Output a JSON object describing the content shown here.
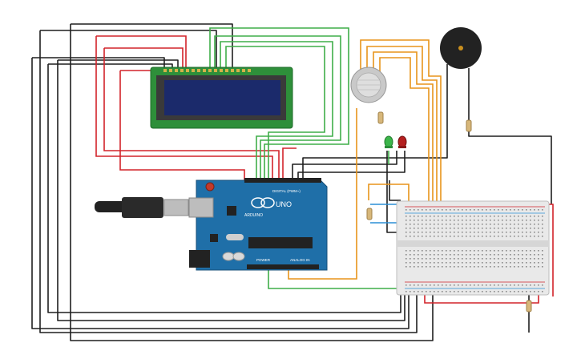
{
  "colors": {
    "wire_black": "#1f1f1f",
    "wire_red": "#d2232a",
    "wire_green": "#3fae49",
    "wire_orange": "#e8941a",
    "wire_blue": "#2b8fd6",
    "arduino": "#1f6fa8",
    "lcd_board": "#2e8f3a",
    "lcd_screen": "#1b2a6b",
    "breadboard": "#e9e9e9",
    "led_green": "#3bb54a",
    "led_red": "#b51f1f",
    "buzzer": "#222222"
  },
  "arduino": {
    "brand": "ARDUINO",
    "model": "UNO",
    "digital_label": "DIGITAL (PWM~)",
    "power_label": "POWER",
    "analog_label": "ANALOG IN"
  },
  "components": {
    "lcd": "lcd-16x2",
    "gas_sensor": "gas-sensor",
    "buzzer": "piezo-buzzer",
    "leds": [
      "green-led",
      "red-led"
    ],
    "resistors": 4,
    "usb_cable": "usb-cable"
  }
}
